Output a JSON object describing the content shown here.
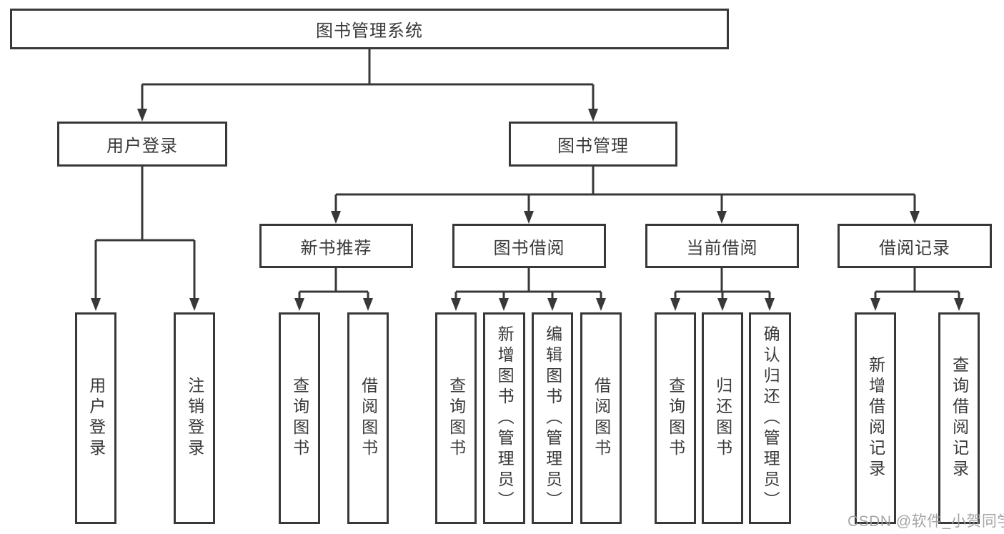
{
  "diagram": {
    "root": "图书管理系统",
    "branches": {
      "user": {
        "label": "用户登录",
        "leaves": [
          "用户登录",
          "注销登录"
        ]
      },
      "book": {
        "label": "图书管理",
        "groups": {
          "recommend": {
            "label": "新书推荐",
            "leaves": [
              "查询图书",
              "借阅图书"
            ]
          },
          "borrow": {
            "label": "图书借阅",
            "leaves": [
              "查询图书",
              "新增图书（管理员）",
              "编辑图书（管理员）",
              "借阅图书"
            ]
          },
          "current": {
            "label": "当前借阅",
            "leaves": [
              "查询图书",
              "归还图书",
              "确认归还（管理员）"
            ]
          },
          "record": {
            "label": "借阅记录",
            "leaves": [
              "新增借阅记录",
              "查询借阅记录"
            ]
          }
        }
      }
    }
  },
  "watermark": "CSDN @软件_小贺同学",
  "appearance": {
    "ink": "#383838",
    "text": "#3a3a3a"
  }
}
